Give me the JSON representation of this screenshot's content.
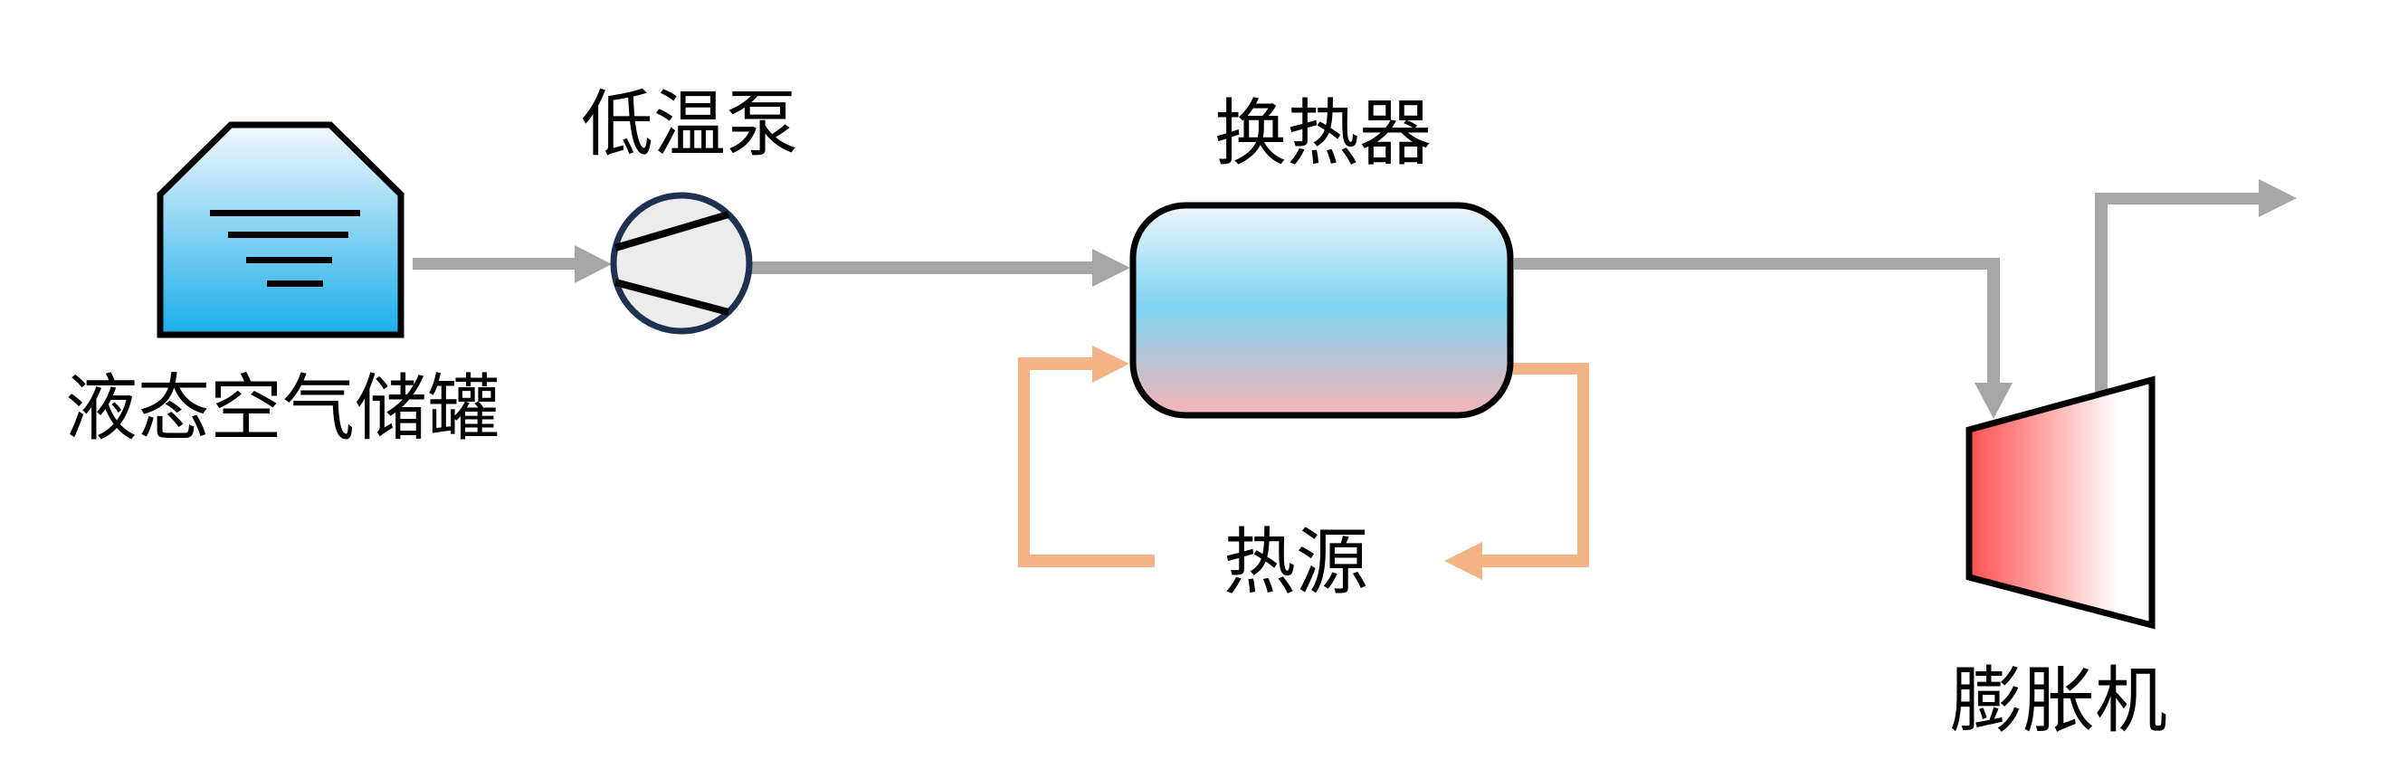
{
  "diagram": {
    "title": "液态空气储能系统流程",
    "components": {
      "tank": {
        "label": "液态空气储罐",
        "icon": "liquid-air-tank-icon"
      },
      "pump": {
        "label": "低温泵",
        "icon": "cryogenic-pump-icon"
      },
      "exchanger": {
        "label": "换热器",
        "icon": "heat-exchanger-icon"
      },
      "heat_source": {
        "label": "热源"
      },
      "expander": {
        "label": "膨胀机",
        "icon": "expander-turbine-icon"
      }
    },
    "flows": [
      {
        "from": "液态空气储罐",
        "to": "低温泵",
        "stream": "air"
      },
      {
        "from": "低温泵",
        "to": "换热器",
        "stream": "air"
      },
      {
        "from": "换热器",
        "to": "膨胀机",
        "stream": "air"
      },
      {
        "from": "膨胀机",
        "to": "outlet",
        "stream": "air"
      },
      {
        "from": "热源",
        "to": "换热器",
        "stream": "heat"
      },
      {
        "from": "换热器",
        "to": "热源",
        "stream": "heat"
      }
    ],
    "colors": {
      "air_line": "#a6a6a6",
      "heat_line": "#f2b386",
      "outline": "#000000",
      "pump_outline": "#1f3150",
      "pump_fill": "#ececec",
      "tank_top": "#f4f8fd",
      "tank_bottom": "#1aaeea",
      "exchanger_top": "#eef6fc",
      "exchanger_mid": "#7dd3f2",
      "exchanger_bottom": "#f5b5b7",
      "expander_hot": "#ff5050",
      "expander_cold": "#ffffff"
    }
  }
}
